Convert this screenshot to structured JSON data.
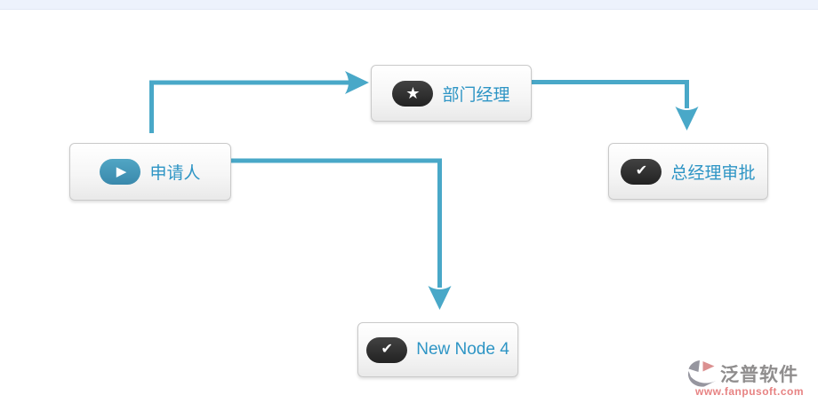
{
  "page": {
    "top_bar_color": "#edf2fc",
    "canvas_color": "#ffffff"
  },
  "workflow": {
    "accent_color": "#49a8c8",
    "node_text_color": "#2e95c5",
    "nodes": [
      {
        "id": "applicant",
        "label": "申请人",
        "icon": "play-icon",
        "icon_glyph": "▶",
        "icon_style": "teal"
      },
      {
        "id": "dept-manager",
        "label": "部门经理",
        "icon": "star-icon",
        "icon_glyph": "★",
        "icon_style": "dark"
      },
      {
        "id": "gm-approval",
        "label": "总经理审批",
        "icon": "check-icon",
        "icon_glyph": "✔",
        "icon_style": "dark"
      },
      {
        "id": "new-node-4",
        "label": "New Node 4",
        "icon": "check-icon",
        "icon_glyph": "✔",
        "icon_style": "dark"
      }
    ],
    "connectors": [
      {
        "from": "applicant",
        "to": "dept-manager",
        "route": "up-then-right"
      },
      {
        "from": "applicant",
        "to": "new-node-4",
        "route": "right-then-down"
      },
      {
        "from": "dept-manager",
        "to": "gm-approval",
        "route": "right-then-down"
      }
    ]
  },
  "watermark": {
    "brand": "泛普软件",
    "url": "www.fanpusoft.com",
    "brand_color": "#8f8d8d",
    "url_color": "#e78383",
    "logo_gray": "#96969f",
    "logo_pink": "#db9090"
  }
}
